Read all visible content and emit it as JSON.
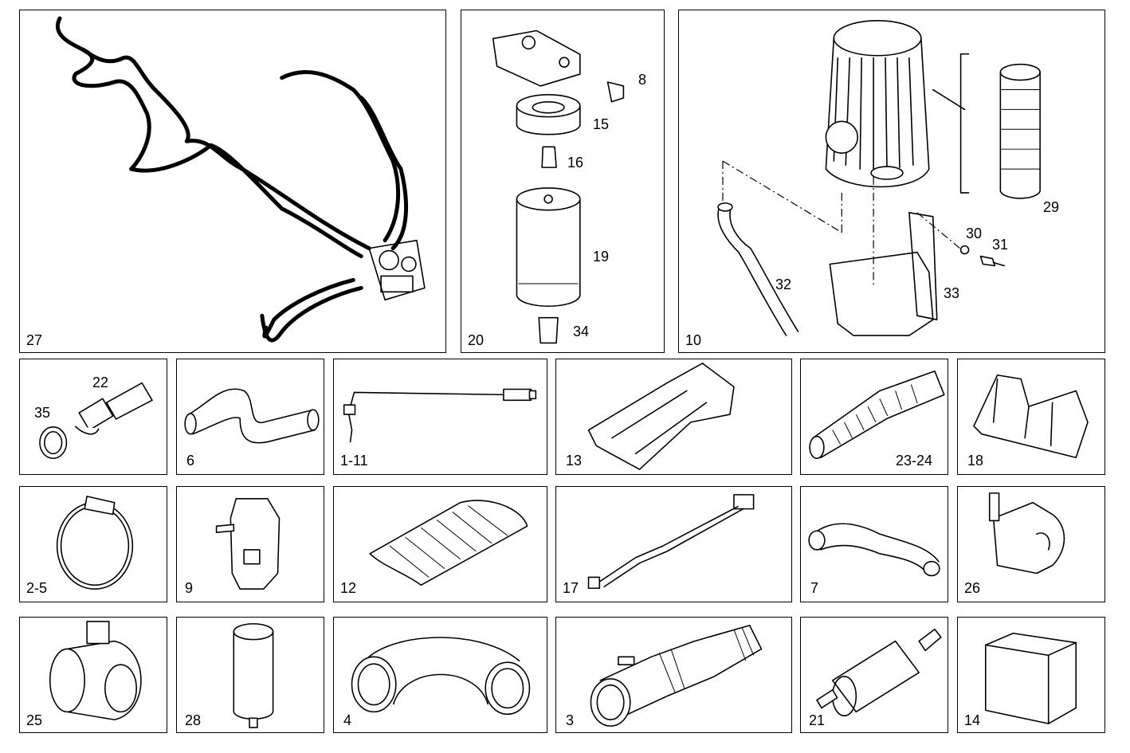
{
  "panels": {
    "p27": {
      "label": "27"
    },
    "p20": {
      "label": "20",
      "callouts": {
        "c8": "8",
        "c15": "15",
        "c16": "16",
        "c19": "19",
        "c34": "34"
      }
    },
    "p10": {
      "label": "10",
      "callouts": {
        "c29": "29",
        "c30": "30",
        "c31": "31",
        "c32": "32",
        "c33": "33"
      }
    },
    "p22": {
      "label": "22",
      "callouts": {
        "c35": "35"
      }
    },
    "p6": {
      "label": "6"
    },
    "p1_11": {
      "label": "1-11"
    },
    "p13": {
      "label": "13"
    },
    "p23_24": {
      "label": "23-24"
    },
    "p18": {
      "label": "18"
    },
    "p2_5": {
      "label": "2-5"
    },
    "p9": {
      "label": "9"
    },
    "p12": {
      "label": "12"
    },
    "p17": {
      "label": "17"
    },
    "p7": {
      "label": "7"
    },
    "p26": {
      "label": "26"
    },
    "p25": {
      "label": "25"
    },
    "p28": {
      "label": "28"
    },
    "p4": {
      "label": "4"
    },
    "p3": {
      "label": "3"
    },
    "p21": {
      "label": "21"
    },
    "p14": {
      "label": "14"
    }
  }
}
